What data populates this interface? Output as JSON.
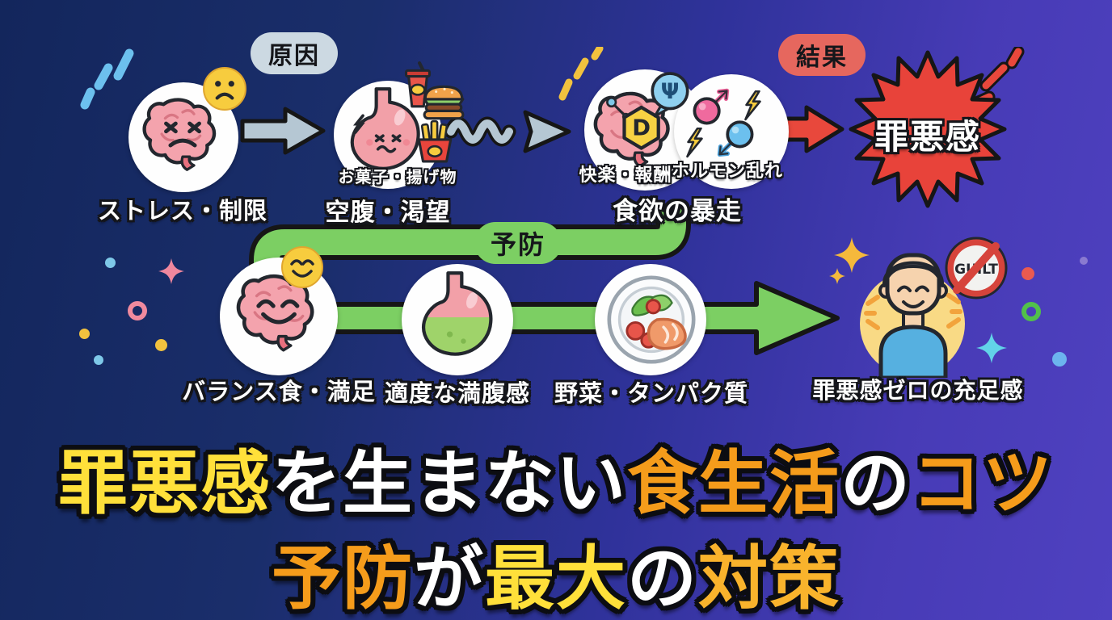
{
  "cause_flow": {
    "badge": "原因",
    "steps": [
      {
        "label": "ストレス・制限"
      },
      {
        "label": "空腹・渇望",
        "sublabel": "お菓子・揚げ物"
      },
      {
        "label": "食欲の暴走",
        "sublabel_left": "快楽・報酬",
        "sublabel_right": "ホルモン乱れ"
      }
    ],
    "result_badge": "結果",
    "result": "罪悪感"
  },
  "prevention_flow": {
    "badge": "予防",
    "steps": [
      {
        "label": "バランス食・満足"
      },
      {
        "label": "適度な満腹感"
      },
      {
        "label": "野菜・タンパク質"
      },
      {
        "label": "罪悪感ゼロの充足感",
        "no_sign_text": "GUILT"
      }
    ]
  },
  "title": {
    "line1": [
      {
        "text": "罪悪感",
        "color": "yellow"
      },
      {
        "text": "を生まない",
        "color": "white"
      },
      {
        "text": "食生活",
        "color": "orange"
      },
      {
        "text": "の",
        "color": "white"
      },
      {
        "text": "コツ",
        "color": "orange"
      }
    ],
    "line2": [
      {
        "text": "予防",
        "color": "orange"
      },
      {
        "text": "が",
        "color": "white"
      },
      {
        "text": "最大",
        "color": "yellow"
      },
      {
        "text": "の",
        "color": "white"
      },
      {
        "text": "対策",
        "color": "amber"
      }
    ]
  },
  "dopamine_letter": "D",
  "psi_symbol": "Ψ",
  "colors": {
    "background_left": "#13265c",
    "background_right": "#4f41c0",
    "cause_pill": "#ccd9e2",
    "result_pill": "#e6675e",
    "prevention_green": "#7ccf63",
    "guilt_red": "#e8433a",
    "arrow_gray": "#b5c7d3",
    "title_yellow": "#ffe03a",
    "title_orange": "#f59c1b"
  }
}
